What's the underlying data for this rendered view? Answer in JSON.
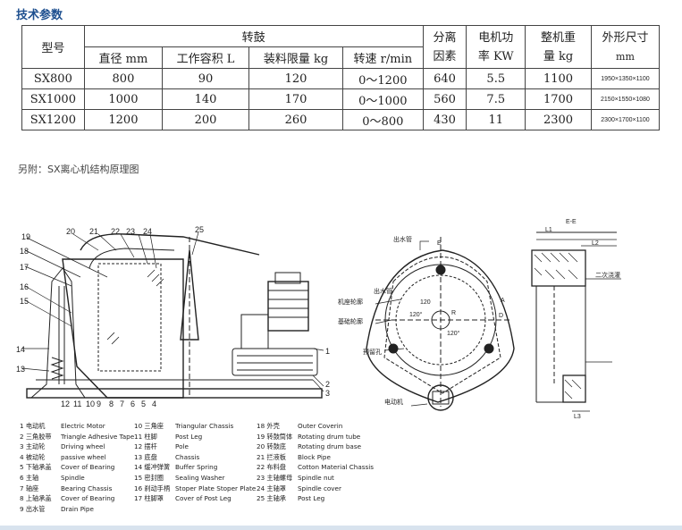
{
  "title": "技术参数",
  "table": {
    "h_model": "型号",
    "h_drum": "转鼓",
    "h_sep": [
      "分离",
      "因素"
    ],
    "h_motor": [
      "电机功",
      "率 KW"
    ],
    "h_weight": [
      "整机重",
      "量 kg"
    ],
    "h_dim": [
      "外形尺寸",
      "mm"
    ],
    "sub": [
      "直径 mm",
      "工作容积 L",
      "装料限量 kg",
      "转速 r/min"
    ],
    "rows": [
      [
        "SX800",
        "800",
        "90",
        "120",
        "0～1200",
        "640",
        "5.5",
        "1100",
        "1950×1350×1100"
      ],
      [
        "SX1000",
        "1000",
        "140",
        "170",
        "0～1000",
        "560",
        "7.5",
        "1700",
        "2150×1550×1080"
      ],
      [
        "SX1200",
        "1200",
        "200",
        "260",
        "0～800",
        "430",
        "11",
        "2300",
        "2300×1700×1100"
      ]
    ]
  },
  "note": "另附：SX离心机结构原理图",
  "drawing": {
    "numbers": [
      "19",
      "18",
      "17",
      "16",
      "15",
      "14",
      "13",
      "20",
      "21",
      "22",
      "23",
      "24",
      "25",
      "1",
      "2",
      "3",
      "4",
      "5",
      "6",
      "7",
      "8",
      "9",
      "10",
      "11",
      "12"
    ],
    "right_labels": {
      "outlet1": "出水管",
      "outlet2": "出水管",
      "base_rim": "机座轮廓",
      "found_rim": "基础轮廓",
      "anchor": "预留孔",
      "motor": "电动机",
      "grout": "二次浇灌",
      "ee": "E-E",
      "e": "E",
      "a": "A",
      "d": "D",
      "r": "R",
      "l1": "L1",
      "l2": "L2",
      "l3": "L3",
      "angles": [
        "120°",
        "120",
        "120°"
      ]
    }
  },
  "legend": {
    "col1": [
      {
        "cn": "1 电动机",
        "en": "Electric Motor"
      },
      {
        "cn": "2 三角胶带",
        "en": "Triangle Adhesive Tape"
      },
      {
        "cn": "3 主动轮",
        "en": "Driving wheel"
      },
      {
        "cn": "4 被动轮",
        "en": "passive wheel"
      },
      {
        "cn": "5 下轴承盖",
        "en": "Cover of Bearing"
      },
      {
        "cn": "6 主轴",
        "en": "Spindle"
      },
      {
        "cn": "7 轴座",
        "en": "Bearing Chassis"
      },
      {
        "cn": "8 上轴承盖",
        "en": "Cover of Bearing"
      },
      {
        "cn": "9 出水管",
        "en": "Drain Pipe"
      }
    ],
    "col2": [
      {
        "cn": "10 三角座",
        "en": "Triangular Chassis"
      },
      {
        "cn": "11 柱脚",
        "en": "Post Leg"
      },
      {
        "cn": "12 摆杆",
        "en": "Pole"
      },
      {
        "cn": "13 底盘",
        "en": "Chassis"
      },
      {
        "cn": "14 缓冲弹簧",
        "en": "Buffer Spring"
      },
      {
        "cn": "15 密封圈",
        "en": "Sealing Washer"
      },
      {
        "cn": "16 刹动手柄",
        "en": "Stoper Plate Stoper Plate"
      },
      {
        "cn": "17 柱脚罩",
        "en": "Cover of Post Leg"
      }
    ],
    "col3": [
      {
        "cn": "18 外壳",
        "en": "Outer Coverin"
      },
      {
        "cn": "19 转鼓筒体",
        "en": "Rotating drum tube"
      },
      {
        "cn": "20 转鼓底",
        "en": "Rotating drum base"
      },
      {
        "cn": "21 拦液板",
        "en": "Block Pipe"
      },
      {
        "cn": "22 布料盘",
        "en": "Cotton Material Chassis"
      },
      {
        "cn": "23 主轴螺母",
        "en": "Spindle nut"
      },
      {
        "cn": "24 主轴罩",
        "en": "Spindle cover"
      },
      {
        "cn": "25 主轴承",
        "en": "Post Leg"
      }
    ]
  }
}
